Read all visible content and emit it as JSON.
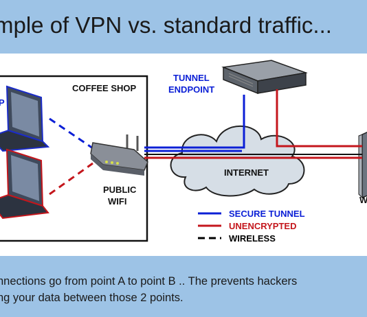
{
  "title": "mple of VPN vs. standard traffic...",
  "diagram": {
    "coffee_shop_label": "COFFEE SHOP",
    "tunnel_endpoint_line1": "TUNNEL",
    "tunnel_endpoint_line2": "ENDPOINT",
    "internet_label": "INTERNET",
    "public_wifi_line1": "PUBLIC",
    "public_wifi_line2": "WIFI",
    "laptop_top_label_partial": "P",
    "server_label_partial": "W",
    "legend": [
      {
        "label": "SECURE TUNNEL",
        "color": "#0b1fd6"
      },
      {
        "label": "UNENCRYPTED",
        "color": "#c4161c"
      },
      {
        "label": "WIRELESS",
        "color": "#000000"
      }
    ]
  },
  "caption": {
    "line1": "nnections go from point A to point B .. The prevents hackers",
    "line2": "ng your data between those 2 points."
  }
}
